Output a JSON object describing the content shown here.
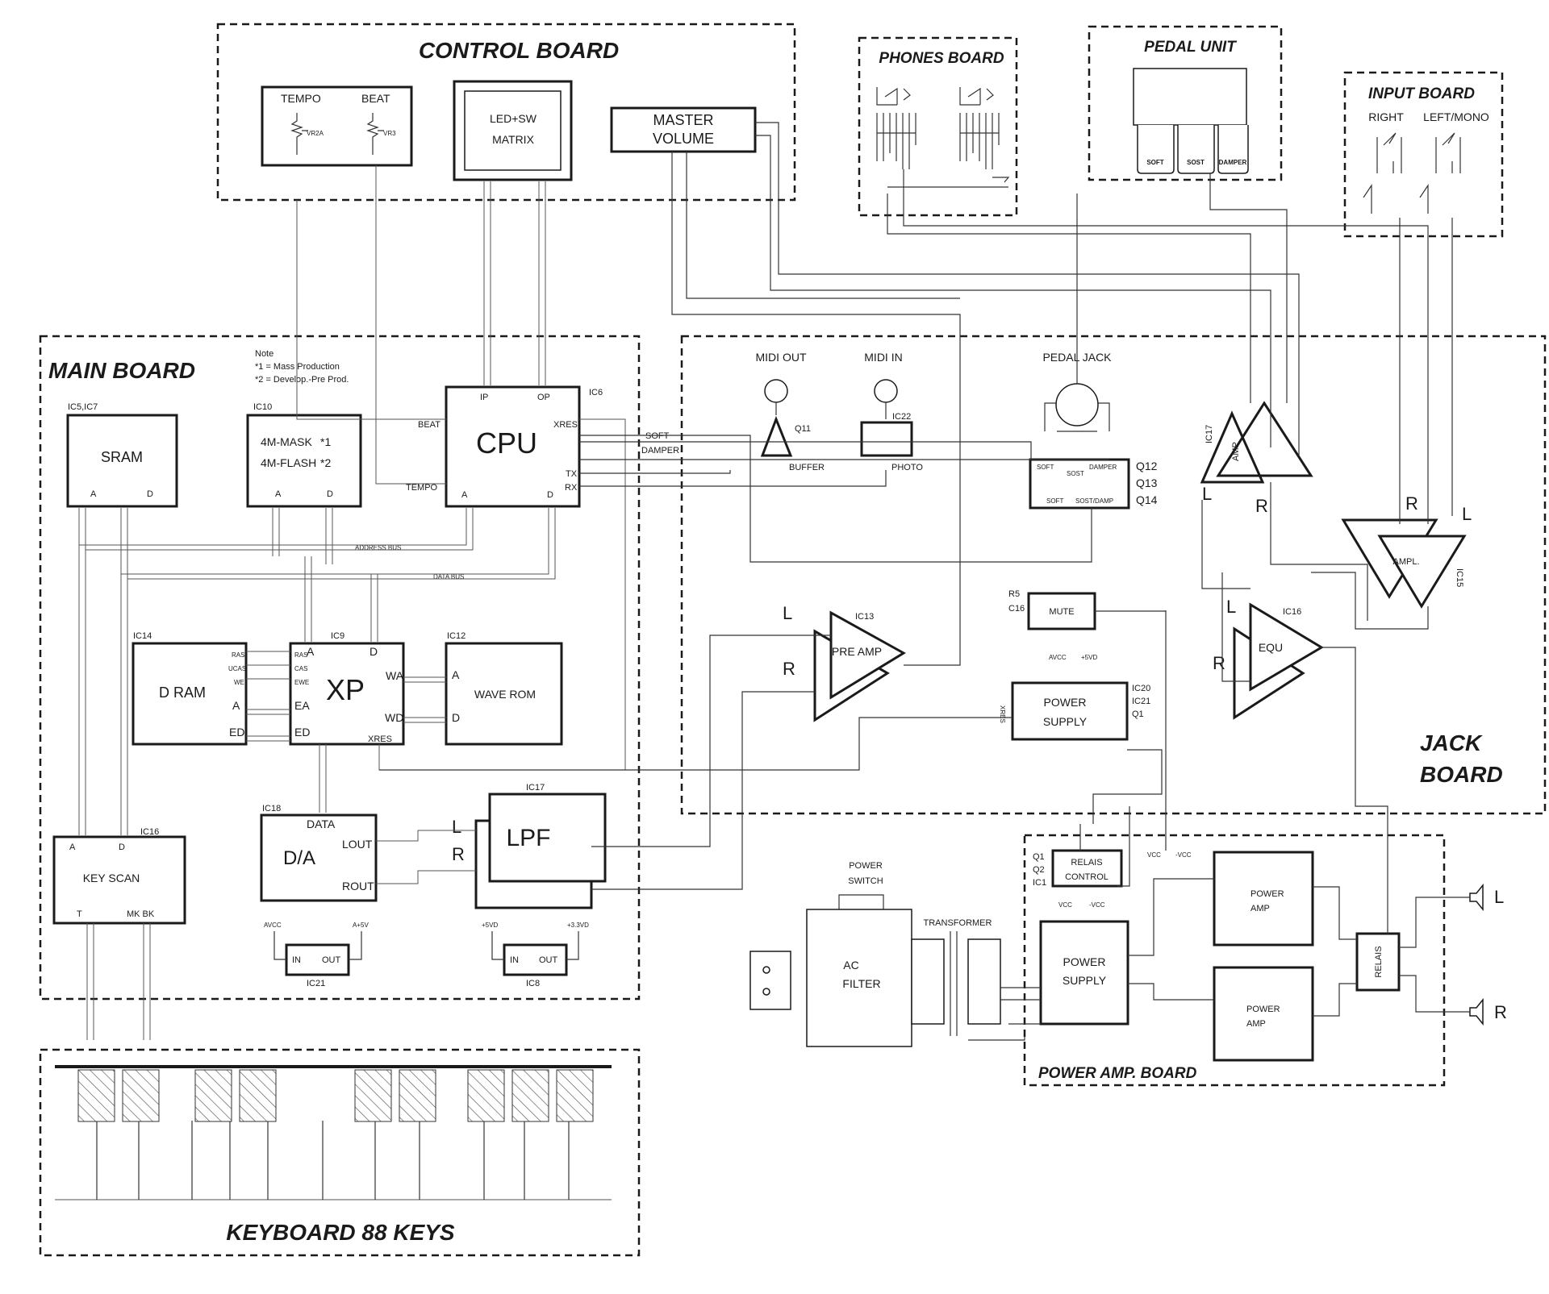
{
  "boards": {
    "control": "CONTROL BOARD",
    "phones": "PHONES BOARD",
    "pedal_unit": "PEDAL UNIT",
    "input": "INPUT BOARD",
    "main": "MAIN BOARD",
    "jack_1": "JACK",
    "jack_2": "BOARD",
    "power_amp": "POWER AMP. BOARD",
    "keyboard": "KEYBOARD 88 KEYS"
  },
  "control": {
    "tempo": "TEMPO",
    "beat": "BEAT",
    "vr2a": "VR2A",
    "vr3": "VR3",
    "led_sw_1": "LED+SW",
    "led_sw_2": "MATRIX",
    "master_1": "MASTER",
    "master_2": "VOLUME"
  },
  "pedal_unit": {
    "soft": "SOFT",
    "sost": "SOST",
    "damper": "DAMPER"
  },
  "input": {
    "right": "RIGHT",
    "left_mono": "LEFT/MONO"
  },
  "main": {
    "note": "Note",
    "note_1": "*1 = Mass Production",
    "note_2": "*2 = Develop.-Pre Prod.",
    "ic5": "IC5,IC7",
    "sram": "SRAM",
    "ic10": "IC10",
    "mask": "4M-MASK",
    "mask_ref": "*1",
    "flash": "4M-FLASH",
    "flash_ref": "*2",
    "a": "A",
    "d": "D",
    "cpu": "CPU",
    "ic6": "IC6",
    "ip": "IP",
    "op": "OP",
    "xres": "XRES",
    "tx": "TX",
    "rx": "RX",
    "beat": "BEAT",
    "tempo": "TEMPO",
    "address_bus": "ADDRESS BUS",
    "data_bus": "DATA BUS",
    "ic14": "IC14",
    "dram": "D RAM",
    "ed": "ED",
    "ras": "RAS",
    "ucas": "UCAS",
    "we": "WE",
    "cas": "CAS",
    "ewe": "EWE",
    "ic9": "IC9",
    "xp": "XP",
    "wa": "WA",
    "wd": "WD",
    "ea": "EA",
    "ic12": "IC12",
    "wave_rom": "WAVE ROM",
    "ic18": "IC18",
    "da": "D/A",
    "data": "DATA",
    "lout": "LOUT",
    "rout": "ROUT",
    "ic17": "IC17",
    "lpf": "LPF",
    "l": "L",
    "r": "R",
    "ic16": "IC16",
    "key_scan": "KEY SCAN",
    "t": "T",
    "mkbk": "MK BK",
    "avcc": "AVCC",
    "a5v": "A+5V",
    "p5vd": "+5VD",
    "p33vd": "+3.3VD",
    "in": "IN",
    "out": "OUT",
    "ic21": "IC21",
    "ic8": "IC8"
  },
  "jack": {
    "midi_out": "MIDI OUT",
    "midi_in": "MIDI IN",
    "pedal_jack": "PEDAL JACK",
    "q11": "Q11",
    "buffer": "BUFFER",
    "ic22": "IC22",
    "photo": "PHOTO",
    "soft": "SOFT",
    "damper": "DAMPER",
    "sost": "SOST",
    "sost_damp": "SOST/DAMP",
    "q12": "Q12",
    "q13": "Q13",
    "q14": "Q14",
    "ic17": "IC17",
    "amp": "AMP",
    "ic15": "IC15",
    "ampl": "AMPL.",
    "ic13": "IC13",
    "pre_amp": "PRE AMP",
    "r5": "R5",
    "c16": "C16",
    "mute": "MUTE",
    "ic16": "IC16",
    "equ": "EQU",
    "power_1": "POWER",
    "power_2": "SUPPLY",
    "ic20": "IC20",
    "ic21": "IC21",
    "q1": "Q1",
    "avcc": "AVCC",
    "p5vd": "+5VD",
    "xres": "XRES",
    "l": "L",
    "r": "R"
  },
  "power": {
    "power_switch_1": "POWER",
    "power_switch_2": "SWITCH",
    "ac": "AC",
    "filter": "FILTER",
    "transformer": "TRANSFORMER",
    "q1": "Q1",
    "q2": "Q2",
    "ic1": "IC1",
    "relais": "RELAIS",
    "control": "CONTROL",
    "vcc": "VCC",
    "mvcc": "-VCC",
    "power_amp_1": "POWER",
    "power_amp_2": "AMP",
    "supply_1": "POWER",
    "supply_2": "SUPPLY",
    "l": "L",
    "r": "R"
  },
  "signals": {
    "soft": "SOFT",
    "damper": "DAMPER"
  },
  "colors": {
    "ink": "#1a1a1a",
    "paper": "#ffffff"
  }
}
